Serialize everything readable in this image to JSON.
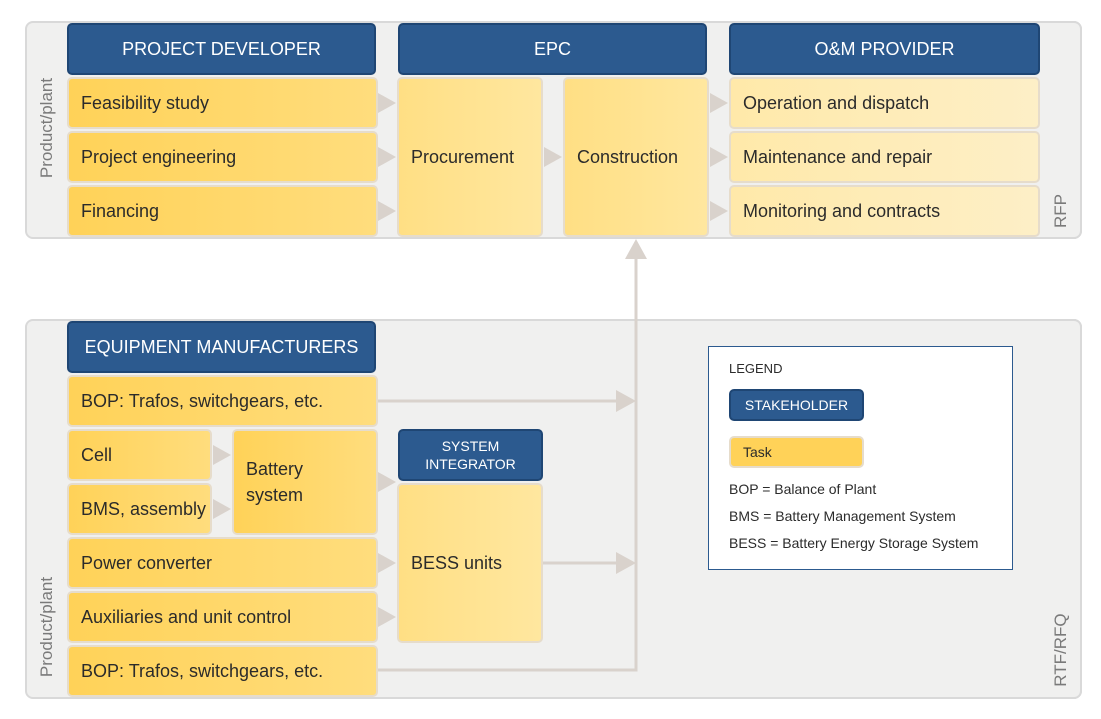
{
  "top": {
    "side_left": "Product/plant",
    "side_right": "RFP",
    "headers": {
      "developer": "PROJECT DEVELOPER",
      "epc": "EPC",
      "om": "O&M PROVIDER"
    },
    "developer_tasks": [
      "Feasibility study",
      "Project engineering",
      "Financing"
    ],
    "epc_tasks": [
      "Procurement",
      "Construction"
    ],
    "om_tasks": [
      "Operation and dispatch",
      "Maintenance and repair",
      "Monitoring and contracts"
    ]
  },
  "bottom": {
    "side_left": "Product/plant",
    "side_right": "RTF/RFQ",
    "header": "EQUIPMENT MANUFACTURERS",
    "bop_top": "BOP: Trafos, switchgears, etc.",
    "cell": "Cell",
    "bms": "BMS, assembly",
    "battery_system": "Battery system",
    "power_converter": "Power converter",
    "auxiliaries": "Auxiliaries and unit control",
    "bop_bottom": "BOP: Trafos, switchgears, etc.",
    "system_integrator": "SYSTEM INTEGRATOR",
    "bess_units": "BESS units"
  },
  "legend": {
    "title": "LEGEND",
    "stakeholder": "STAKEHOLDER",
    "task": "Task",
    "keys": [
      "BOP = Balance of Plant",
      "BMS = Battery Management System",
      "BESS = Battery Energy Storage System"
    ]
  },
  "colors": {
    "stakeholder": "#2c5a8f",
    "task": "#ffd258",
    "connector": "#d9d2cc",
    "panel": "#f0f0ef"
  }
}
